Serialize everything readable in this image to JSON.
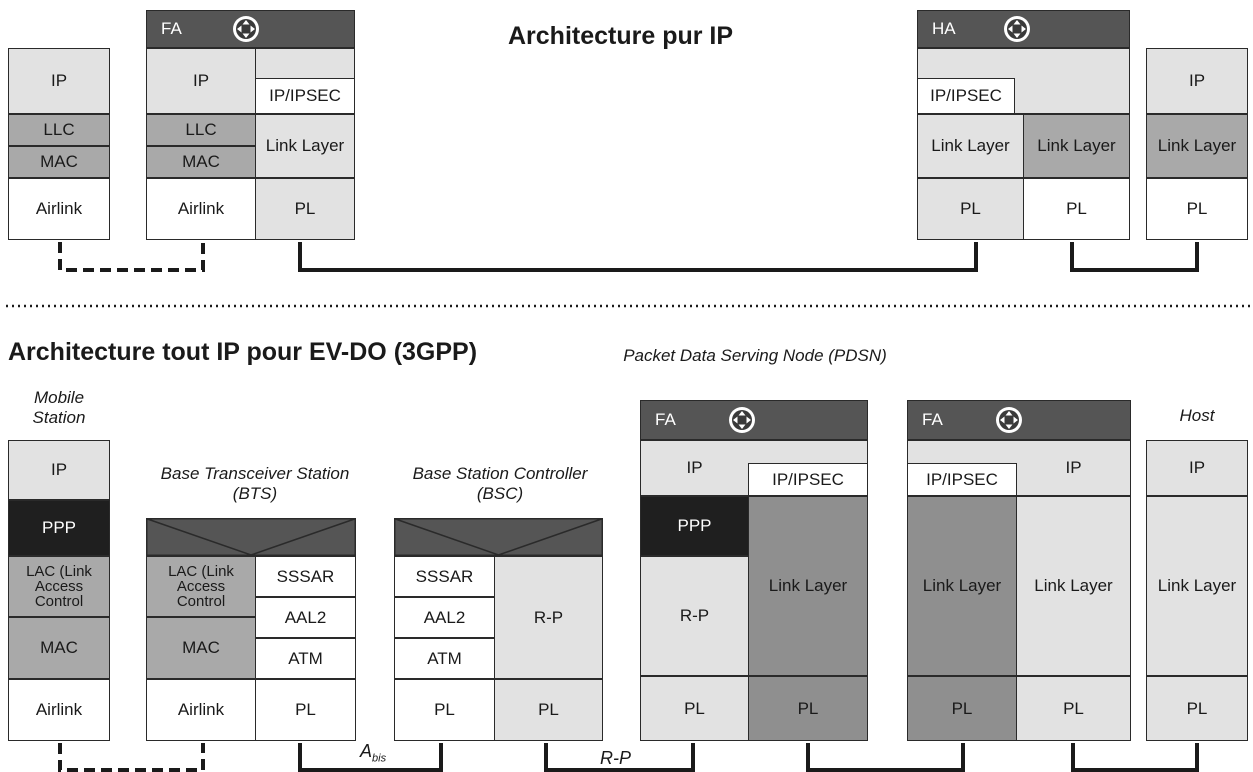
{
  "top": {
    "title": "Architecture pur IP",
    "mobile": {
      "ip": "IP",
      "llc": "LLC",
      "mac": "MAC",
      "airlink": "Airlink"
    },
    "fa": {
      "header": "FA",
      "ip": "IP",
      "ipsec": "IP/IPSEC",
      "llc": "LLC",
      "mac": "MAC",
      "airlink": "Airlink",
      "link_layer": "Link Layer",
      "pl": "PL"
    },
    "ha": {
      "header": "HA",
      "ipsec": "IP/IPSEC",
      "link_layer_1": "Link Layer",
      "link_layer_2": "Link Layer",
      "pl_1": "PL",
      "pl_2": "PL"
    },
    "host": {
      "ip": "IP",
      "link_layer": "Link Layer",
      "pl": "PL"
    }
  },
  "bottom": {
    "title": "Architecture tout IP pour EV-DO (3GPP)",
    "mobile_station": {
      "caption": "Mobile Station",
      "ip": "IP",
      "ppp": "PPP",
      "lac": "LAC (Link Access Control",
      "mac": "MAC",
      "airlink": "Airlink"
    },
    "bts": {
      "caption": "Base Transceiver Station (BTS)",
      "lac": "LAC (Link Access Control",
      "mac": "MAC",
      "airlink": "Airlink",
      "sssar": "SSSAR",
      "aal2": "AAL2",
      "atm": "ATM",
      "pl": "PL"
    },
    "bsc": {
      "caption": "Base Station Controller (BSC)",
      "sssar": "SSSAR",
      "aal2": "AAL2",
      "atm": "ATM",
      "pl_1": "PL",
      "rp": "R-P",
      "pl_2": "PL"
    },
    "pdsn": {
      "caption": "Packet Data Serving Node (PDSN)",
      "header": "FA",
      "ip": "IP",
      "ppp": "PPP",
      "rp": "R-P",
      "pl_1": "PL",
      "ipsec": "IP/IPSEC",
      "link_layer": "Link Layer",
      "pl_2": "PL"
    },
    "fa2": {
      "header": "FA",
      "ipsec": "IP/IPSEC",
      "ip": "IP",
      "link_layer_1": "Link Layer",
      "link_layer_2": "Link Layer",
      "pl_1": "PL",
      "pl_2": "PL"
    },
    "host": {
      "caption": "Host",
      "ip": "IP",
      "link_layer": "Link Layer",
      "pl": "PL"
    },
    "link_abis": "A",
    "link_abis_sub": "bis",
    "link_rp": "R-P"
  },
  "icons": {
    "router": "router-icon"
  },
  "colors": {
    "header": "#555555",
    "light": "#e2e2e2",
    "medium": "#a9a9a9",
    "dark": "#1f1f1f"
  }
}
